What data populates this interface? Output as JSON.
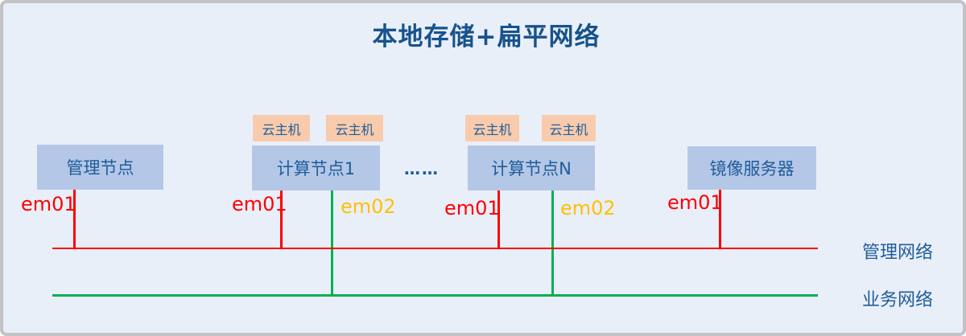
{
  "title": "本地存储+扁平网络",
  "diagram": {
    "nodes": [
      {
        "id": "mgmt",
        "label": "管理节点"
      },
      {
        "id": "compute1",
        "label": "计算节点1"
      },
      {
        "id": "computeN",
        "label": "计算节点N"
      },
      {
        "id": "imageServer",
        "label": "镜像服务器"
      }
    ],
    "vm_label": "云主机",
    "ellipsis": "……",
    "nic_em01": "em01",
    "nic_em02": "em02",
    "networks": {
      "management": "管理网络",
      "business": "业务网络"
    }
  },
  "colors": {
    "management_network_line": "#ff0000",
    "business_network_line": "#00b050",
    "em01_label": "#ff0000",
    "em02_label": "#ffc000",
    "node_fill": "#b4c7e7",
    "vm_fill": "#f8cbad",
    "diagram_text": "#1f5c99",
    "title_text": "#17538c",
    "background": "#e9eff9",
    "frame_border": "#c3c3c3"
  }
}
